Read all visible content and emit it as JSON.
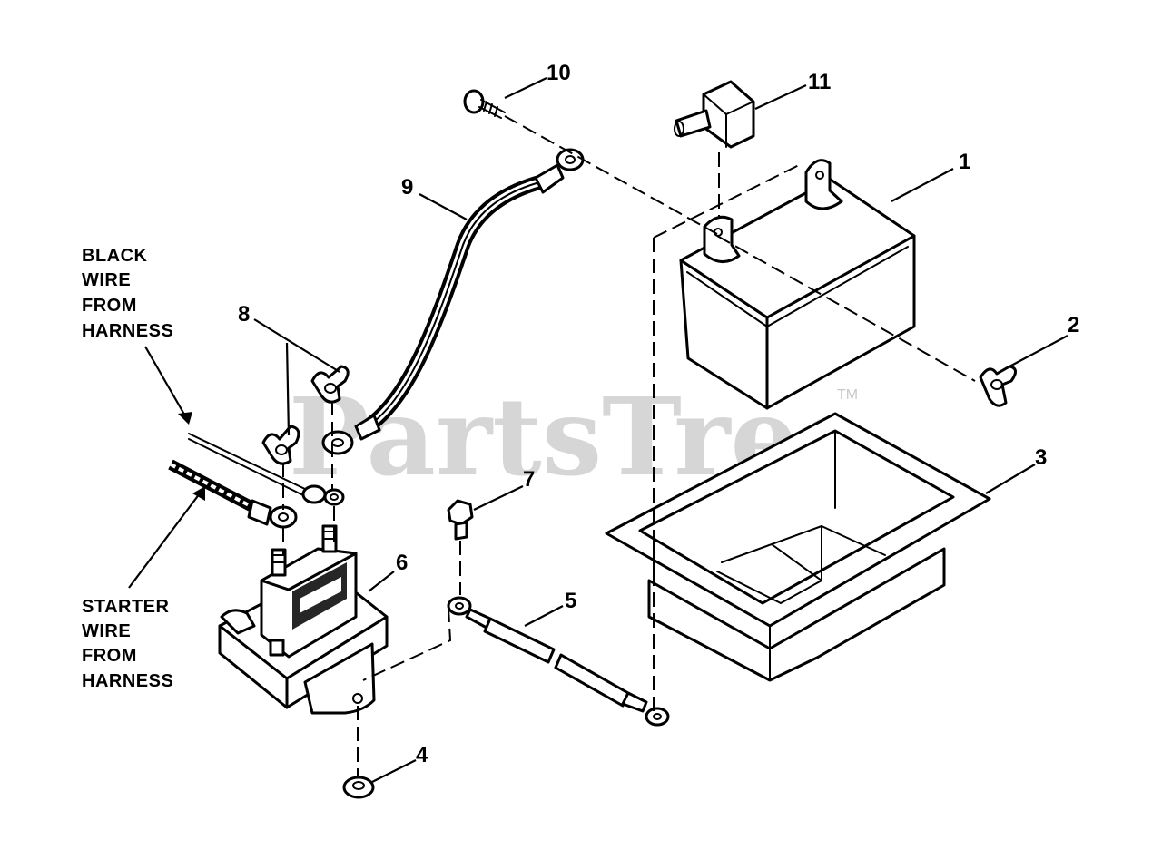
{
  "watermark": {
    "brand": "PartsTree",
    "trademark": "TM"
  },
  "callouts": [
    "1",
    "2",
    "3",
    "4",
    "5",
    "6",
    "7",
    "8",
    "9",
    "10",
    "11"
  ],
  "notes": {
    "black_wire": [
      "BLACK",
      "WIRE",
      "FROM",
      "HARNESS"
    ],
    "starter_wire": [
      "STARTER",
      "WIRE",
      "FROM",
      "HARNESS"
    ]
  }
}
